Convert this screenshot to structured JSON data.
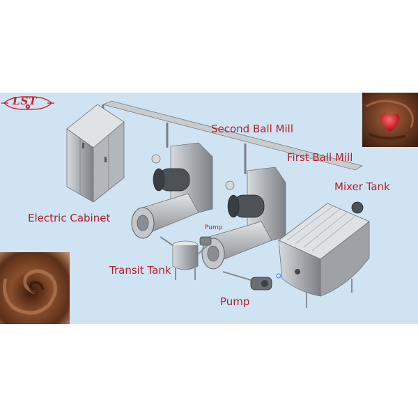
{
  "brand": {
    "logo_text": "LST"
  },
  "labels": {
    "second_ball_mill": "Second Ball Mill",
    "first_ball_mill": "First Ball Mill",
    "mixer_tank": "Mixer Tank",
    "electric_cabinet": "Electric Cabinet",
    "pump_small": "Pump",
    "transit_tank": "Transit Tank",
    "pump": "Pump"
  },
  "colors": {
    "background_panel": "#cfe3f3",
    "label_text": "#b0202a",
    "logo_red": "#c8242a",
    "machine_gray": "#b8bcc0",
    "chocolate": "#6b3a22"
  }
}
